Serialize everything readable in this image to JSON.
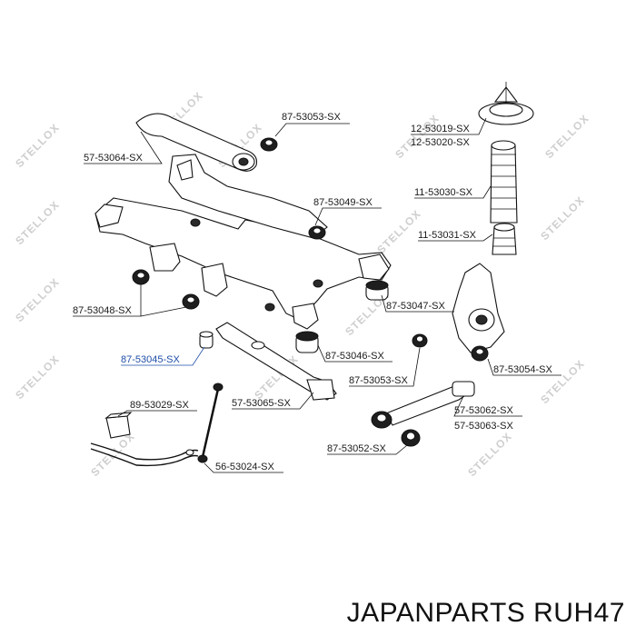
{
  "watermark": "STELLOX",
  "parts": [
    {
      "id": "87-53053-SX-top",
      "label": "87-53053-SX",
      "blue": false
    },
    {
      "id": "57-53064-SX",
      "label": "57-53064-SX",
      "blue": false
    },
    {
      "id": "12-53019-SX",
      "label": "12-53019-SX",
      "blue": false
    },
    {
      "id": "12-53020-SX",
      "label": "12-53020-SX",
      "blue": false
    },
    {
      "id": "11-53030-SX",
      "label": "11-53030-SX",
      "blue": false
    },
    {
      "id": "87-53049-SX",
      "label": "87-53049-SX",
      "blue": false
    },
    {
      "id": "11-53031-SX",
      "label": "11-53031-SX",
      "blue": false
    },
    {
      "id": "87-53047-SX",
      "label": "87-53047-SX",
      "blue": false
    },
    {
      "id": "87-53048-SX",
      "label": "87-53048-SX",
      "blue": false
    },
    {
      "id": "87-53045-SX",
      "label": "87-53045-SX",
      "blue": true
    },
    {
      "id": "87-53046-SX",
      "label": "87-53046-SX",
      "blue": false
    },
    {
      "id": "87-53053-SX-mid",
      "label": "87-53053-SX",
      "blue": false
    },
    {
      "id": "87-53054-SX",
      "label": "87-53054-SX",
      "blue": false
    },
    {
      "id": "89-53029-SX",
      "label": "89-53029-SX",
      "blue": false
    },
    {
      "id": "57-53065-SX",
      "label": "57-53065-SX",
      "blue": false
    },
    {
      "id": "57-53062-SX",
      "label": "57-53062-SX",
      "blue": false
    },
    {
      "id": "57-53063-SX",
      "label": "57-53063-SX",
      "blue": false
    },
    {
      "id": "87-53052-SX",
      "label": "87-53052-SX",
      "blue": false
    },
    {
      "id": "56-53024-SX",
      "label": "56-53024-SX",
      "blue": false
    }
  ],
  "caption": "JAPANPARTS RUH47"
}
